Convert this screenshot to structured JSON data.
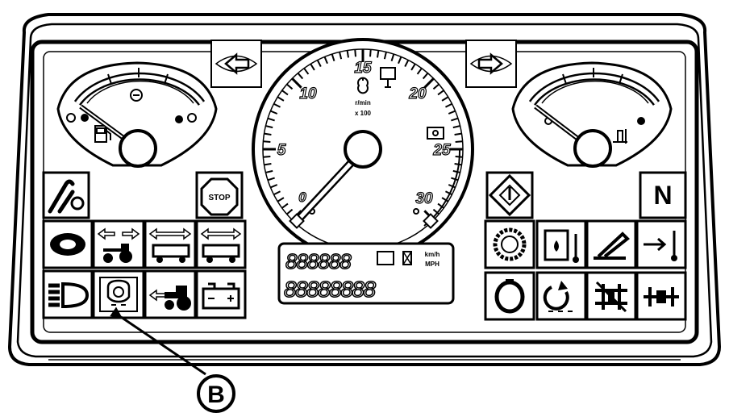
{
  "tachometer": {
    "scale_labels": [
      "0",
      "5",
      "10",
      "15",
      "20",
      "25",
      "30"
    ],
    "unit_top": "r/min",
    "unit_bottom": "x 100"
  },
  "lcd": {
    "upper_digits": "888888",
    "lower_digits": "88888888",
    "unit_top": "km/h",
    "unit_bottom": "MPH"
  },
  "indicators": {
    "stop_label": "STOP",
    "neutral_label": "N"
  },
  "callout": {
    "label": "B"
  }
}
